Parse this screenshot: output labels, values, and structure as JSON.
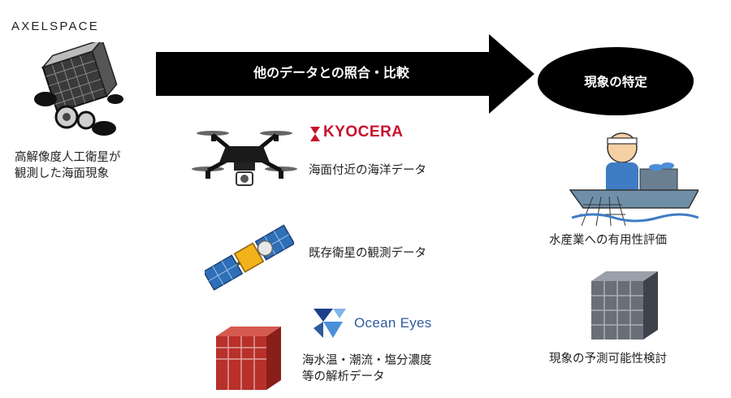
{
  "header": {
    "brand": "AXELSPACE"
  },
  "source": {
    "caption_line1": "高解像度人工衛星が",
    "caption_line2": "観測した海面現象"
  },
  "arrow": {
    "label": "他のデータとの照合・比較"
  },
  "result": {
    "label": "現象の特定"
  },
  "data_sources": [
    {
      "logo": "KYOCERA",
      "caption": "海面付近の海洋データ"
    },
    {
      "logo": "",
      "caption": "既存衛星の観測データ"
    },
    {
      "logo": "Ocean Eyes",
      "caption_line1": "海水温・潮流・塩分濃度",
      "caption_line2": "等の解析データ"
    }
  ],
  "outcomes": [
    {
      "caption": "水産業への有用性評価"
    },
    {
      "caption": "現象の予測可能性検討"
    }
  ],
  "colors": {
    "arrow": "#000000",
    "ellipse": "#000000",
    "kyocera_red": "#c8102e",
    "ocean_blue": "#2e5c9e",
    "server_red": "#b8302a",
    "server_gray": "#6a6e78"
  },
  "icons": [
    "satellite-icon",
    "drone-icon",
    "satellite-panels-icon",
    "server-stack-red-icon",
    "fisherman-icon",
    "server-stack-gray-icon"
  ]
}
